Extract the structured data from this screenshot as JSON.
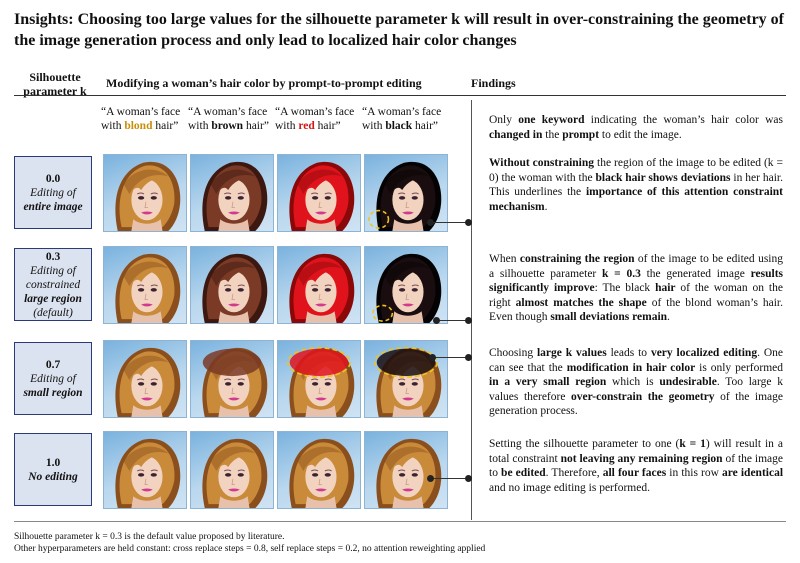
{
  "title": "Insights: Choosing too large values for the silhouette parameter k will result in over-constraining the geometry of the image generation process and only lead to localized hair color changes",
  "headers": {
    "param": "Silhouette parameter k",
    "modify": "Modifying a woman’s hair color by prompt-to-prompt editing",
    "findings": "Findings"
  },
  "columns": [
    {
      "pre": "“A woman’s face with ",
      "word": "blond",
      "post": " hair”",
      "color": "#c8900a",
      "hair": "#c98a3a",
      "hairDark": "#8a4f1c"
    },
    {
      "pre": "“A woman’s face with ",
      "word": "brown",
      "post": " hair”",
      "color": "#111111",
      "hair": "#7a3a26",
      "hairDark": "#3c1810"
    },
    {
      "pre": "“A woman’s face with ",
      "word": "red",
      "post": " hair”",
      "color": "#d01818",
      "hair": "#e0131d",
      "hairDark": "#8a0808"
    },
    {
      "pre": "“A woman’s face with ",
      "word": "black",
      "post": " hair”",
      "color": "#111111",
      "hair": "#1a0d10",
      "hairDark": "#050203"
    }
  ],
  "rows": [
    {
      "k": "0.0",
      "desc1": "Editing of",
      "desc2": "entire image",
      "desc3": "",
      "desc4": "",
      "italicBold": false
    },
    {
      "k": "0.3",
      "desc1": "Editing of",
      "desc2": "constrained",
      "desc3": "large region",
      "desc4": "(default)",
      "italicBold": false
    },
    {
      "k": "0.7",
      "desc1": "Editing of",
      "desc2": "small region",
      "desc3": "",
      "desc4": "",
      "italicBold": false
    },
    {
      "k": "1.0",
      "desc1": "No editing",
      "desc2": "",
      "desc3": "",
      "desc4": "",
      "italicBold": true
    }
  ],
  "findings": [
    "Only <b>one keyword</b> indicating the woman’s hair color was <b>changed in</b> the <b>prompt</b> to edit the image.",
    "<b>Without constraining</b> the region of the image to be edited (k = 0) the woman with the <b>black hair shows deviations</b> in her hair. This underlines the <b>importance of this attention constraint mechanism</b>.",
    "When <b>constraining the region</b> of the image to be edited using a silhouette parameter <b>k = 0.3</b> the generated image <b>results significantly improve</b>: The black <b>hair</b> of the woman on the right <b>almost matches the shape</b> of the blond woman’s hair. Even though <b>small deviations remain</b>.",
    "Choosing <b>large k values</b> leads to <b>very localized editing</b>. One can see that the <b>modification in hair color</b> is only performed <b>in a very small region</b> which is <b>undesirable</b>. Too large k values therefore <b>over-constrain the geometry</b> of the image generation process.",
    "Setting the silhouette parameter to one (<b>k = 1</b>) will result in a total constraint <b>not leaving any remaining region</b> of the image to <b>be edited</b>. Therefore, <b>all four faces</b> in this row <b>are identical</b> and no image editing is performed."
  ],
  "footer": {
    "line1": "Silhouette parameter k = 0.3 is the default value proposed by literature.",
    "line2": "Other hyperparameters are held constant: cross replace steps = 0.8, self replace steps = 0.2, no attention reweighting applied"
  },
  "colors": {
    "highlight": "#f0c419",
    "paramBox": "#dce3f0",
    "paramBorder": "#2a3b78"
  }
}
